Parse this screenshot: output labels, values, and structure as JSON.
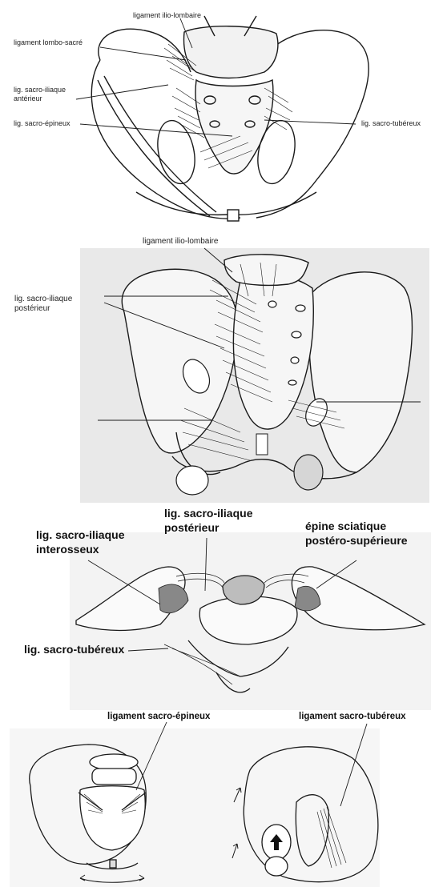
{
  "panel_anterior": {
    "ilio_lombaire": "ligament ilio-lombaire",
    "lombo_sacre": "ligament lombo-sacré",
    "sacro_iliaque_anterieur_1": "lig. sacro-iliaque",
    "sacro_iliaque_anterieur_2": "antérieur",
    "sacro_epineux": "lig. sacro-épineux",
    "sacro_tubereux": "lig. sacro-tubéreux"
  },
  "panel_posterior": {
    "ilio_lombaire": "ligament ilio-lombaire",
    "sacro_iliaque_posterieur_1": "lig. sacro-iliaque",
    "sacro_iliaque_posterieur_2": "postérieur"
  },
  "panel_section": {
    "sacro_iliaque_posterieur_1": "lig. sacro-iliaque",
    "sacro_iliaque_posterieur_2": "postérieur",
    "sacro_iliaque_interosseux_1": "lig. sacro-iliaque",
    "sacro_iliaque_interosseux_2": "interosseux",
    "epine_sciatique_1": "épine sciatique",
    "epine_sciatique_2": "postéro-supérieure",
    "sacro_tubereux": "lig. sacro-tubéreux"
  },
  "panel_bottom": {
    "sacro_epineux": "ligament sacro-épineux",
    "sacro_tubereux": "ligament sacro-tubéreux"
  },
  "colors": {
    "ink": "#1a1a1a",
    "shade": "#e2e2e2",
    "fill": "#f4f4f4"
  }
}
